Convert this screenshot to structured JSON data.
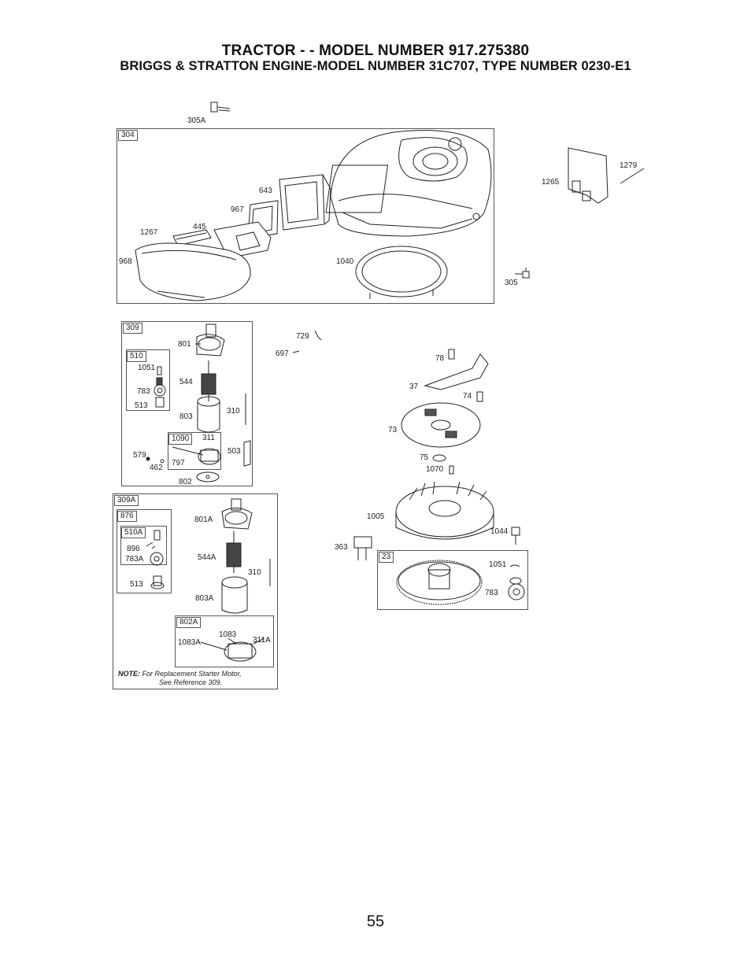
{
  "header": {
    "title": "TRACTOR - - MODEL NUMBER  917.275380",
    "subtitle": "BRIGGS & STRATTON ENGINE-MODEL NUMBER 31C707, TYPE NUMBER 0230-E1"
  },
  "boxes": {
    "b304": "304",
    "b309": "309",
    "b510": "510",
    "b1090": "1090",
    "b309A": "309A",
    "b876": "876",
    "b510A": "510A",
    "b802A": "802A",
    "b23": "23"
  },
  "callouts": {
    "c305A": "305A",
    "c1279": "1279",
    "c1265": "1265",
    "c643": "643",
    "c967": "967",
    "c445": "445",
    "c1267": "1267",
    "c968": "968",
    "c1040": "1040",
    "c305": "305",
    "c801": "801",
    "c1051": "1051",
    "c544": "544",
    "c783": "783",
    "c513": "513",
    "c803": "803",
    "c310": "310",
    "c311": "311",
    "c503": "503",
    "c579": "579",
    "c797": "797",
    "c462": "462",
    "c802": "802",
    "c729": "729",
    "c697": "697",
    "c78": "78",
    "c37": "37",
    "c74": "74",
    "c73": "73",
    "c75": "75",
    "c1070": "1070",
    "c1005": "1005",
    "c1044": "1044",
    "c363": "363",
    "c1051b": "1051",
    "c783b": "783",
    "c801A": "801A",
    "c896": "896",
    "c783A": "783A",
    "c544A": "544A",
    "c310b": "310",
    "c513b": "513",
    "c803A": "803A",
    "c1083": "1083",
    "c1083A": "1083A",
    "c311A": "311A"
  },
  "note": {
    "label": "NOTE:",
    "line1": "For Replacement Starter Motor,",
    "line2": "See Reference 309."
  },
  "page_number": "55"
}
